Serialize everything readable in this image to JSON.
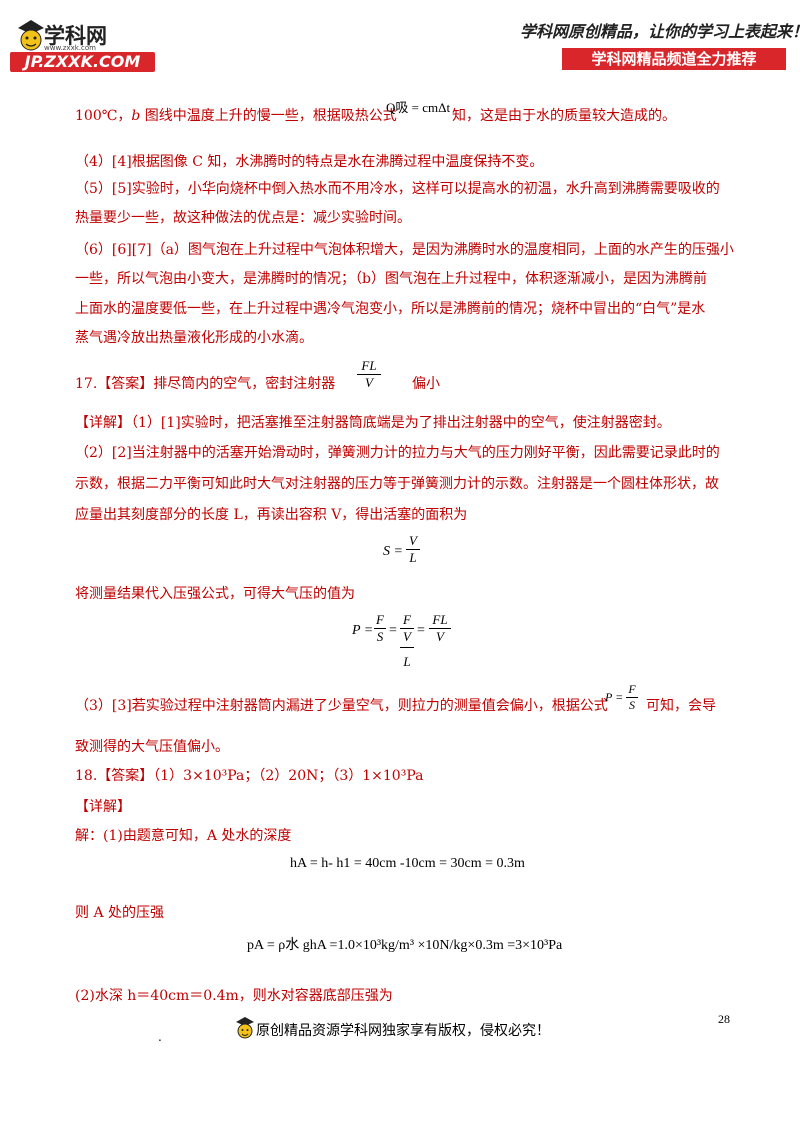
{
  "header": {
    "logo_brand": "学科网",
    "logo_url_small": "www.zxxk.com",
    "logo_url": "JP.ZXXK.COM",
    "slogan": "学科网原创精品，让你的学习上表起来！",
    "banner": "学科网精品频道全力推荐"
  },
  "content": {
    "l1_a": "100℃，",
    "l1_b": "b",
    "l1_c": " 图线中温度上升的慢一些，根据吸热公式",
    "l1_formula": "Q吸 = cmΔt",
    "l1_d": "知，这是由于水的质量较大造成的。",
    "p4": "（4）[4]根据图像 C 知，水沸腾时的特点是水在沸腾过程中温度保持不变。",
    "p5_1": "（5）[5]实验时，小华向烧杯中倒入热水而不用冷水，这样可以提高水的初温，水升高到沸腾需要吸收的",
    "p5_2": "热量要少一些，故这种做法的优点是：减少实验时间。",
    "p6_1": "（6）[6][7]（a）图气泡在上升过程中气泡体积增大，是因为沸腾时水的温度相同，上面的水产生的压强小",
    "p6_2": "一些，所以气泡由小变大，是沸腾时的情况；（b）图气泡在上升过程中，体积逐渐减小，是因为沸腾前",
    "p6_3": "上面水的温度要低一些，在上升过程中遇冷气泡变小，所以是沸腾前的情况；烧杯中冒出的“白气”是水",
    "p6_4": "蒸气遇冷放出热量液化形成的小水滴。",
    "q17_a": "17.【答案】排尽筒内的空气，密封注射器",
    "q17_num": "FL",
    "q17_den": "V",
    "q17_b": "偏小",
    "d17_1": "【详解】（1）[1]实验时，把活塞推至注射器筒底端是为了排出注射器中的空气，使注射器密封。",
    "d17_2": "（2）[2]当注射器中的活塞开始滑动时，弹簧测力计的拉力与大气的压力刚好平衡，因此需要记录此时的",
    "d17_3": "示数，根据二力平衡可知此时大气对注射器的压力等于弹簧测力计的示数。注射器是一个圆柱体形状，故",
    "d17_4": "应量出其刻度部分的长度 L，再读出容积 V，得出活塞的面积为",
    "eq_S_lhs": "S =",
    "eq_S_num": "V",
    "eq_S_den": "L",
    "d17_5": "将测量结果代入压强公式，可得大气压的值为",
    "eq_P_lhs": "P =",
    "eq_P_f1n": "F",
    "eq_P_f1d": "S",
    "eq_P_eq2": "=",
    "eq_P_f2n": "F",
    "eq_P_f2dn": "V",
    "eq_P_f2dd": "L",
    "eq_P_eq3": "=",
    "eq_P_f3n": "FL",
    "eq_P_f3d": "V",
    "d17_6a": "（3）[3]若实验过程中注射器筒内漏进了少量空气，则拉力的测量值会偏小，根据公式",
    "d17_6_lhs": "P =",
    "d17_6_num": "F",
    "d17_6_den": "S",
    "d17_6b": "可知，会导",
    "d17_7": "致测得的大气压值偏小。",
    "q18": "18.【答案】（1）3×10³Pa；（2）20N；（3）1×10³Pa",
    "d18_title": "【详解】",
    "d18_1": "解：(1)由题意可知，A 处水的深度",
    "eq_h": "hA = h- h1 = 40cm -10cm = 30cm = 0.3m",
    "d18_2": "则 A 处的压强",
    "eq_p": "pA = ρ水 ghA =1.0×10³kg/m³ ×10N/kg×0.3m =3×10³Pa",
    "d18_3": "(2)水深 h＝40cm＝0.4m，则水对容器底部压强为"
  },
  "page_number": "28",
  "footer": {
    "dot": ".",
    "text": "原创精品资源学科网独家享有版权，侵权必究！"
  }
}
